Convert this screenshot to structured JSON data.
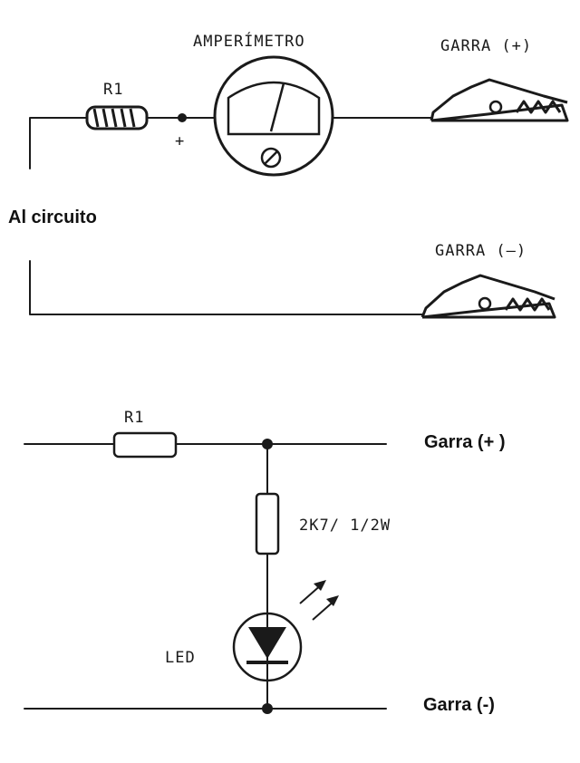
{
  "top_diagram": {
    "ammeter_label": "AMPERÍMETRO",
    "resistor_label": "R1",
    "plus_sign": "+",
    "clip_pos_label": "GARRA (+)",
    "clip_neg_label": "GARRA (–)",
    "to_circuit_label": "Al circuito"
  },
  "bottom_diagram": {
    "resistor_label": "R1",
    "resistor2_label": "2K7/ 1/2W",
    "led_label": "LED",
    "clip_pos_label": "Garra (+ )",
    "clip_neg_label": "Garra (-)"
  }
}
